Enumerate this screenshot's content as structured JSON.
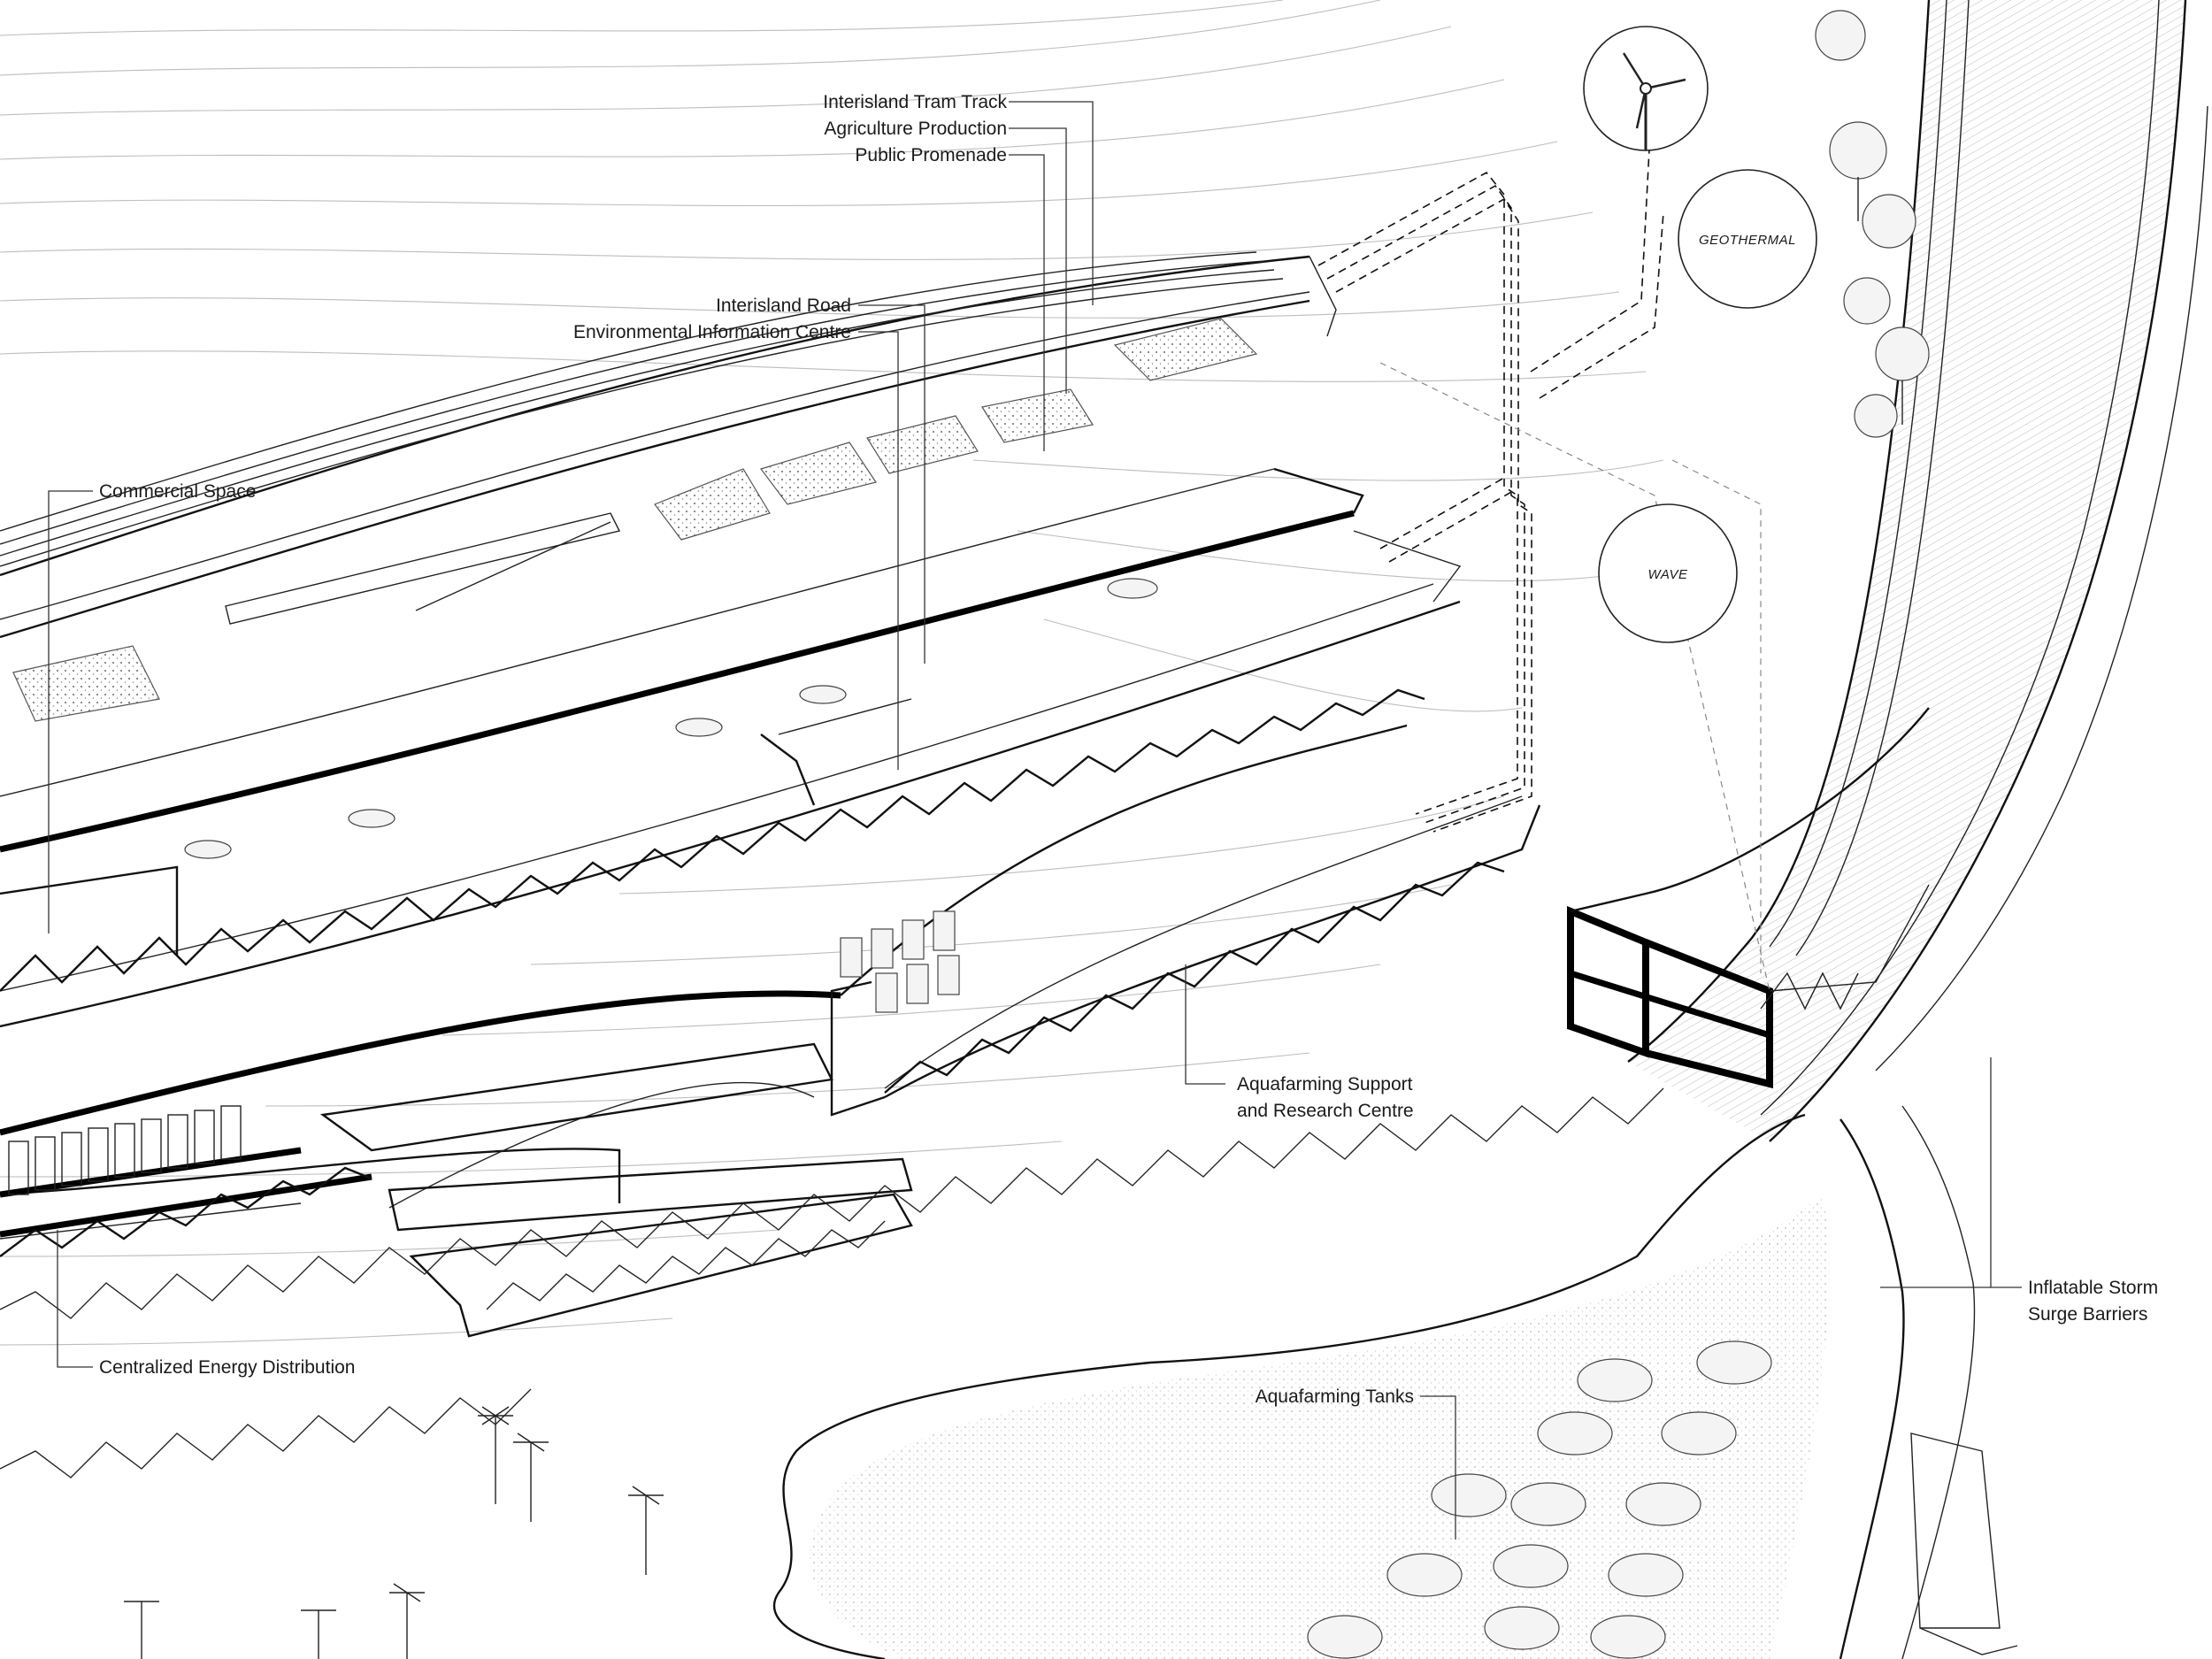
{
  "labels": {
    "tram_track": "Interisland Tram Track",
    "agriculture": "Agriculture Production",
    "promenade": "Public Promenade",
    "road": "Interisland Road",
    "info_centre": "Environmental Information Centre",
    "commercial": "Commercial Space",
    "aquafarming_support_1": "Aquafarming Support",
    "aquafarming_support_2": "and Research Centre",
    "energy": "Centralized Energy Distribution",
    "tanks": "Aquafarming Tanks",
    "storm_1": "Inflatable Storm",
    "storm_2": "Surge Barriers"
  },
  "energy_sources": {
    "wind_icon": "wind-turbine-icon",
    "geothermal": "GEOTHERMAL",
    "wave": "WAVE"
  },
  "colors": {
    "ink": "#111111",
    "contour": "#bdbdbd",
    "background": "#ffffff"
  }
}
